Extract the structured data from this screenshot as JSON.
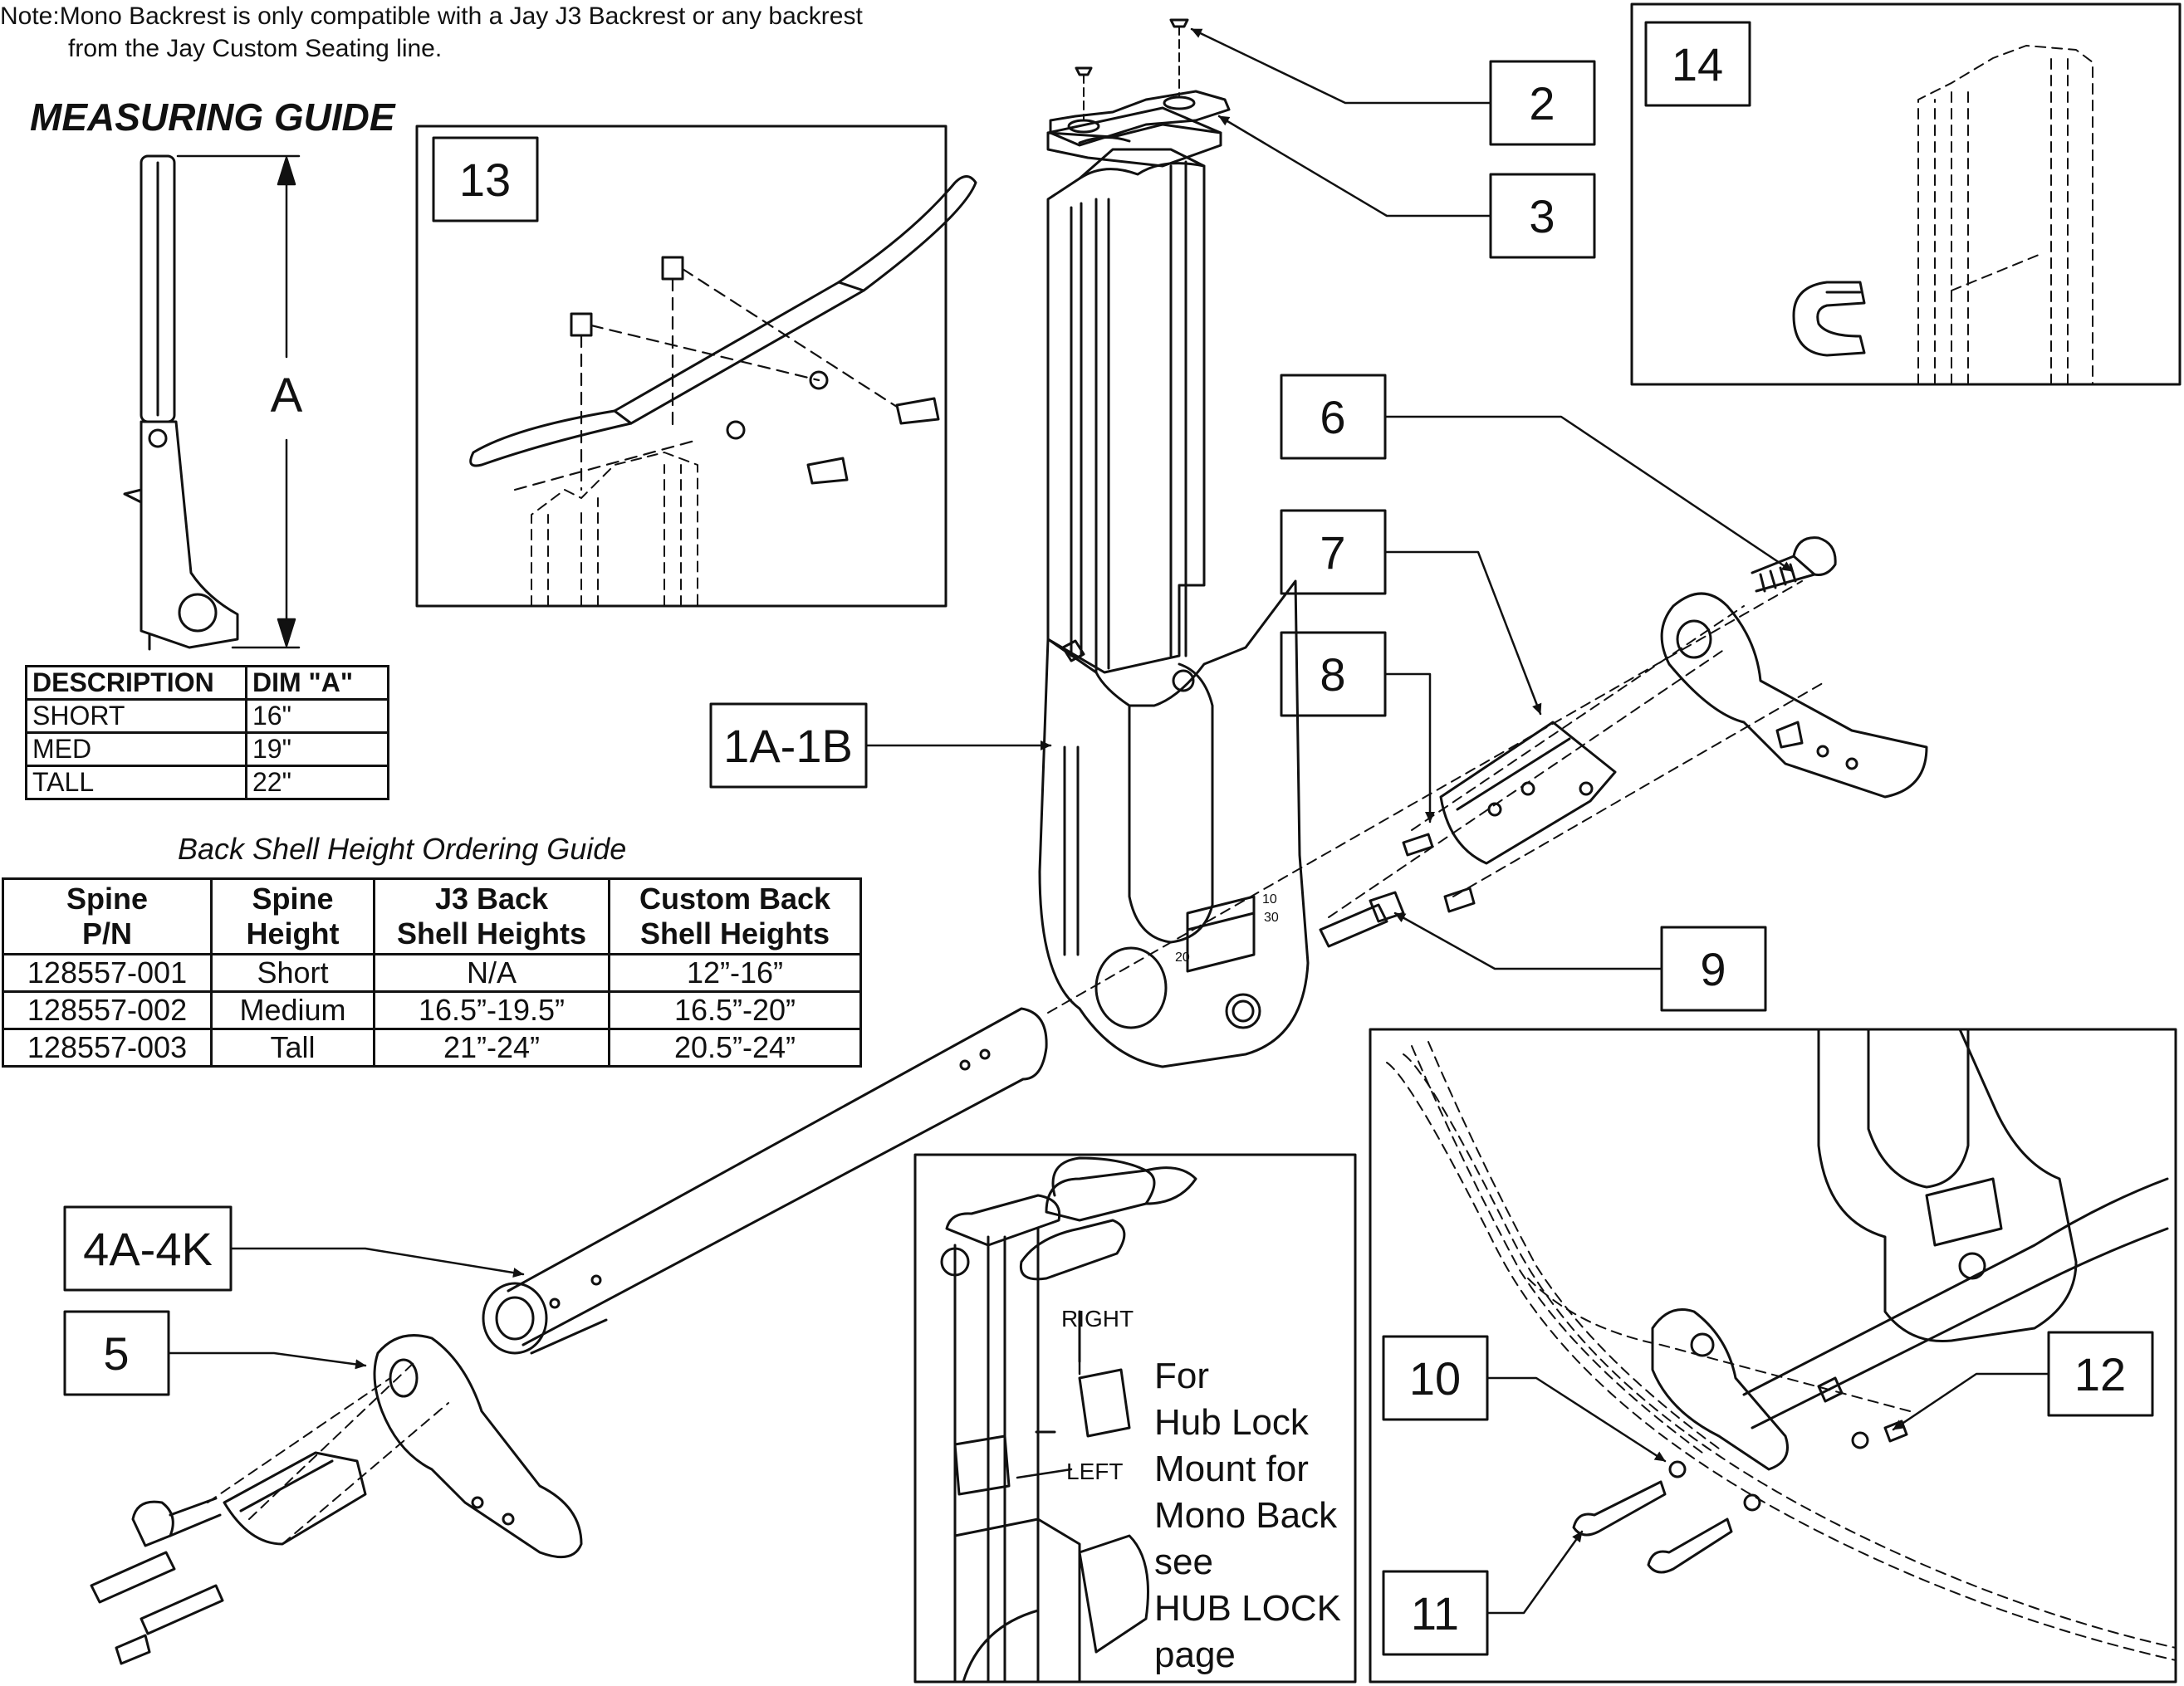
{
  "note": {
    "line1": "Note:Mono Backrest is only compatible with a Jay J3 Backrest or any backrest",
    "line2": "from the Jay Custom Seating line."
  },
  "measuring_guide": {
    "title": "MEASURING GUIDE",
    "dimension_label": "A",
    "table": {
      "headers": [
        "DESCRIPTION",
        "DIM \"A\""
      ],
      "rows": [
        [
          "SHORT",
          "16\""
        ],
        [
          "MED",
          "19\""
        ],
        [
          "TALL",
          "22\""
        ]
      ]
    }
  },
  "ordering_guide": {
    "title": "Back Shell Height Ordering Guide",
    "headers": [
      [
        "Spine",
        "P/N"
      ],
      [
        "Spine",
        "Height"
      ],
      [
        "J3 Back",
        "Shell Heights"
      ],
      [
        "Custom Back",
        "Shell Heights"
      ]
    ],
    "rows": [
      [
        "128557-001",
        "Short",
        "N/A",
        "12”-16”"
      ],
      [
        "128557-002",
        "Medium",
        "16.5”-19.5”",
        "16.5”-20”"
      ],
      [
        "128557-003",
        "Tall",
        "21”-24”",
        "20.5”-24”"
      ]
    ]
  },
  "callouts": {
    "c2": "2",
    "c3": "3",
    "c6": "6",
    "c7": "7",
    "c8": "8",
    "c9": "9",
    "c1a1b": "1A-1B",
    "c4a4k": "4A-4K",
    "c5": "5",
    "c10": "10",
    "c11": "11",
    "c12": "12",
    "c13": "13",
    "c14": "14"
  },
  "hub_lock_panel": {
    "right_label": "RIGHT",
    "left_label": "LEFT",
    "text_lines": [
      "For",
      "Hub Lock",
      "Mount for",
      "Mono Back",
      "see",
      "HUB LOCK",
      "page"
    ]
  },
  "scale_marks": {
    "ten": "10",
    "twenty": "20",
    "thirty": "30"
  }
}
